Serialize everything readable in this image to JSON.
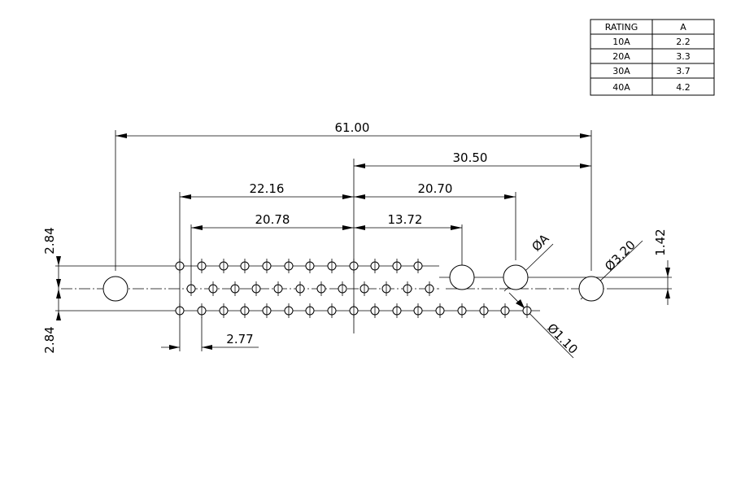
{
  "rating_table": {
    "headers": [
      "RATING",
      "A"
    ],
    "rows": [
      [
        "10A",
        "2.2"
      ],
      [
        "20A",
        "3.3"
      ],
      [
        "30A",
        "3.7"
      ],
      [
        "40A",
        "4.2"
      ]
    ]
  },
  "dimensions": {
    "overall": "61.00",
    "half": "30.50",
    "left_row_span": "22.16",
    "right_row_span": "20.70",
    "left_middle_span": "20.78",
    "right_middle_span": "13.72",
    "pitch": "2.77",
    "row_offset_top": "2.84",
    "row_offset_bottom": "2.84",
    "mount_offset": "1.42",
    "hole_a": "ØA",
    "mount_hole": "Ø3.20",
    "pin_hole": "Ø1.10"
  }
}
